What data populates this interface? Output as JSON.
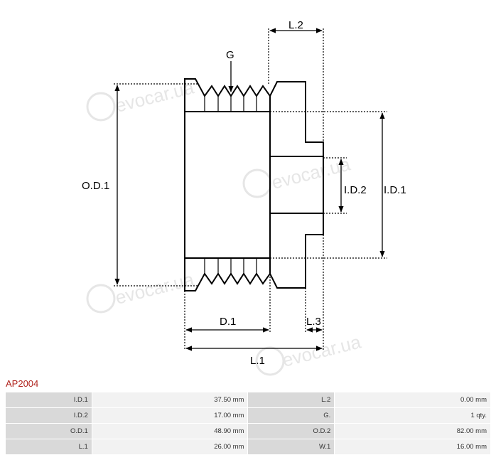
{
  "diagram": {
    "labels": {
      "g": "G",
      "od1": "O.D.1",
      "id1": "I.D.1",
      "id2": "I.D.2",
      "l1": "L.1",
      "l2": "L.2",
      "l3": "L.3",
      "d1": "D.1"
    },
    "watermark": "evocar.ua"
  },
  "part_code": "AP2004",
  "specs": [
    {
      "label_a": "I.D.1",
      "value_a": "37.50 mm",
      "label_b": "L.2",
      "value_b": "0.00 mm"
    },
    {
      "label_a": "I.D.2",
      "value_a": "17.00 mm",
      "label_b": "G.",
      "value_b": "1 qty."
    },
    {
      "label_a": "O.D.1",
      "value_a": "48.90 mm",
      "label_b": "O.D.2",
      "value_b": "82.00 mm"
    },
    {
      "label_a": "L.1",
      "value_a": "26.00 mm",
      "label_b": "W.1",
      "value_b": "16.00 mm"
    }
  ]
}
